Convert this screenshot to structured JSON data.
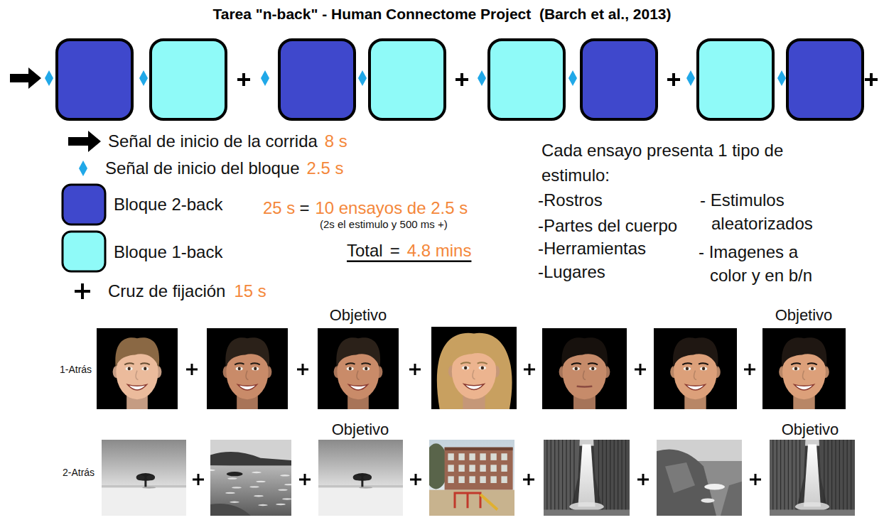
{
  "diagram": {
    "title": "Tarea \"n-back\" - Human Connectome Project  (Barch et al., 2013)",
    "labels": [
      "8 s",
      "2.5 s",
      "25 s",
      "=",
      "10 ensayos de 2.5 s",
      "(2s el estimulo y 500 ms +)",
      "Total",
      "=",
      "4.8 mins",
      "15 s",
      "Cada ensayo presenta 1 tipo de estimulo:",
      "-Rostros",
      "-Partes del cuerpo",
      "-Herramientas",
      "-Lugares",
      "- Estimulos aleatorizados",
      "- Imagenes a color y en b/n",
      "Objetivo",
      "Objetivo",
      "1-Atrás",
      "Objetivo",
      "Objetivo",
      "2-Atrás"
    ],
    "legend": [
      {
        "text": "Señal de inicio de la corrida"
      },
      {
        "text": "Señal de inicio del bloque"
      },
      {
        "text": "Bloque 2-back",
        "color": "#3f48cc"
      },
      {
        "text": "Bloque 1-back",
        "color": "#8ffaf8"
      },
      {
        "text": "Cruz de fijación"
      }
    ]
  }
}
